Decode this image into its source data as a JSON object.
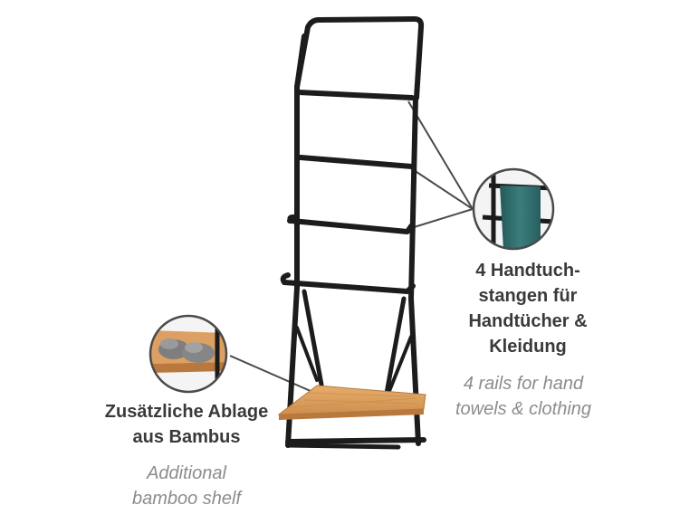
{
  "product": {
    "name": "towel-rack-with-bamboo-shelf",
    "colors": {
      "frame": "#1c1c1c",
      "bamboo": "#d79a5a",
      "bamboo_dark": "#b9783d",
      "towel": "#2f6b6b",
      "slipper": "#8a8a8a",
      "callout_line": "#4a4a4a",
      "label_primary": "#3a3a3a",
      "label_secondary": "#8c8c8c"
    }
  },
  "callouts": {
    "rails": {
      "icon": "towel-on-rail-icon",
      "title_lines": [
        "4 Handtuch-",
        "stangen für",
        "Handtücher &",
        "Kleidung"
      ],
      "subtitle_lines": [
        "4 rails for hand",
        "towels & clothing"
      ]
    },
    "shelf": {
      "icon": "slippers-on-shelf-icon",
      "title_lines": [
        "Zusätzliche Ablage",
        "aus Bambus"
      ],
      "subtitle_lines": [
        "Additional",
        "bamboo shelf"
      ]
    }
  }
}
